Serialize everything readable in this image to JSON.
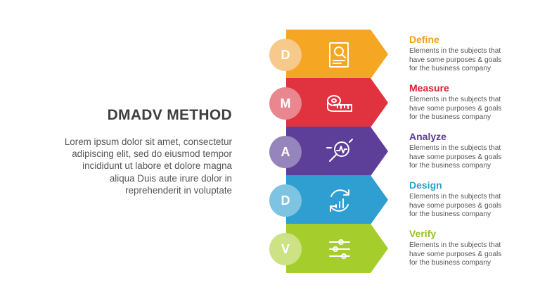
{
  "title": "DMADV METHOD",
  "body_lines": [
    "Lorem ipsum dolor sit amet, consectetur",
    "adipiscing elit, sed do eiusmod tempor",
    "incididunt ut labore et dolore magna",
    "aliqua Duis aute irure dolor in",
    "reprehenderit in voluptate"
  ],
  "steps": [
    {
      "letter": "D",
      "name": "Define",
      "desc_lines": [
        "Elements in the subjects that",
        "have  some purposes & goals",
        "for the  business company"
      ],
      "color": "#f5a623",
      "circle_color": "#f7c98a",
      "title_color": "#f0a016",
      "icon": "document-search-icon"
    },
    {
      "letter": "M",
      "name": "Measure",
      "desc_lines": [
        "Elements in the subjects that",
        "have  some purposes & goals",
        "for the  business company"
      ],
      "color": "#e0323f",
      "circle_color": "#e9868e",
      "title_color": "#d42333",
      "icon": "measuring-tape-icon"
    },
    {
      "letter": "A",
      "name": "Analyze",
      "desc_lines": [
        "Elements in the subjects that",
        "have  some purposes & goals",
        "for the  business company"
      ],
      "color": "#5d3f99",
      "circle_color": "#9684bd",
      "title_color": "#5a3c96",
      "icon": "magnifier-chart-icon"
    },
    {
      "letter": "D",
      "name": "Design",
      "desc_lines": [
        "Elements in the subjects that",
        "have  some purposes & goals",
        "for the  business company"
      ],
      "color": "#2f9fd1",
      "circle_color": "#7fc3e2",
      "title_color": "#2f9fd1",
      "icon": "growth-cycle-icon"
    },
    {
      "letter": "V",
      "name": "Verify",
      "desc_lines": [
        "Elements in the subjects that",
        "have  some purposes & goals",
        "for the  business company"
      ],
      "color": "#a5cd2b",
      "circle_color": "#cce285",
      "title_color": "#97c21f",
      "icon": "sliders-icon"
    }
  ]
}
